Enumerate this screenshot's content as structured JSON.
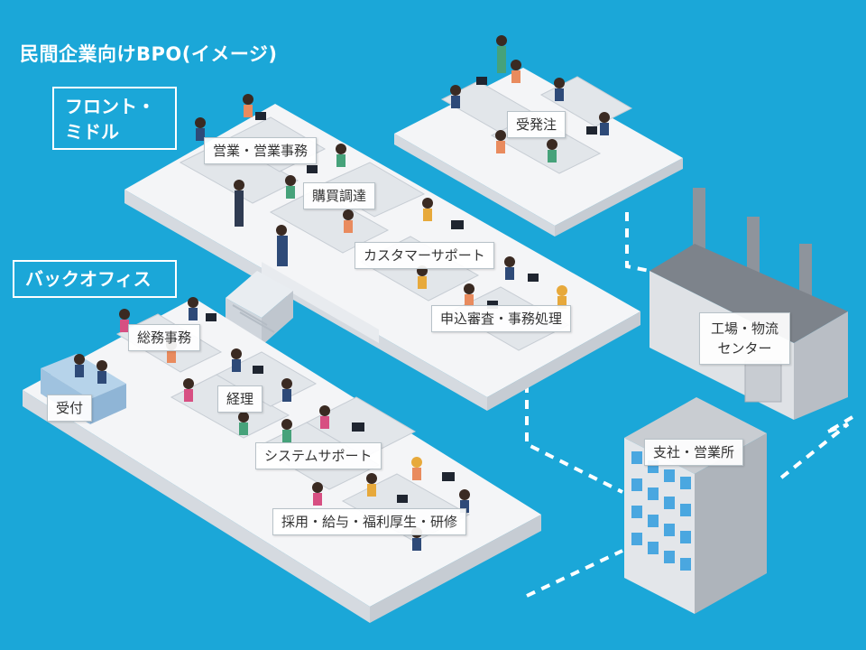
{
  "title": "民間企業向けBPO(イメージ)",
  "sections": {
    "front": [
      "フロント・",
      "ミドル"
    ],
    "back": "バックオフィス"
  },
  "labels": {
    "sales": "営業・営業事務",
    "procurement": "購買調達",
    "customer_support": "カスタマーサポート",
    "application_processing": "申込審査・事務処理",
    "orders": "受発注",
    "general_affairs": "総務事務",
    "reception": "受付",
    "accounting": "経理",
    "system_support": "システムサポート",
    "hr": "採用・給与・福利厚生・研修",
    "factory": [
      "工場・物流",
      "センター"
    ],
    "branch": "支社・営業所"
  },
  "colors": {
    "background": "#1ba7d8",
    "floor_top": "#f4f5f7",
    "floor_side": "#d9dde2",
    "connector": "#ffffff",
    "building_gray": "#9aa0a8",
    "window_blue": "#4aa7e0"
  }
}
